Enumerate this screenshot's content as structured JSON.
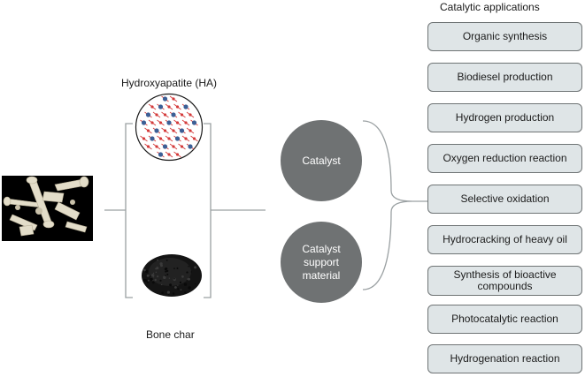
{
  "header": {
    "applications_title": "Catalytic applications"
  },
  "materials": {
    "hydroxyapatite_label": "Hydroxyapatite (HA)",
    "bone_char_label": "Bone char"
  },
  "roles": [
    {
      "label": "Catalyst"
    },
    {
      "label": "Catalyst support material"
    }
  ],
  "applications": [
    {
      "label": "Organic synthesis"
    },
    {
      "label": "Biodiesel production"
    },
    {
      "label": "Hydrogen production"
    },
    {
      "label": "Oxygen reduction reaction"
    },
    {
      "label": "Selective oxidation"
    },
    {
      "label": "Hydrocracking of heavy oil"
    },
    {
      "label": "Synthesis of bioactive compounds"
    },
    {
      "label": "Photocatalytic reaction"
    },
    {
      "label": "Hydrogenation reaction"
    }
  ],
  "colors": {
    "circle_fill": "#6f7273",
    "box_fill": "#dfe5e7",
    "box_border": "#6f7475",
    "bracket": "#9aa0a2",
    "atom_red": "#d43a3a",
    "atom_blue": "#3c5f96"
  }
}
